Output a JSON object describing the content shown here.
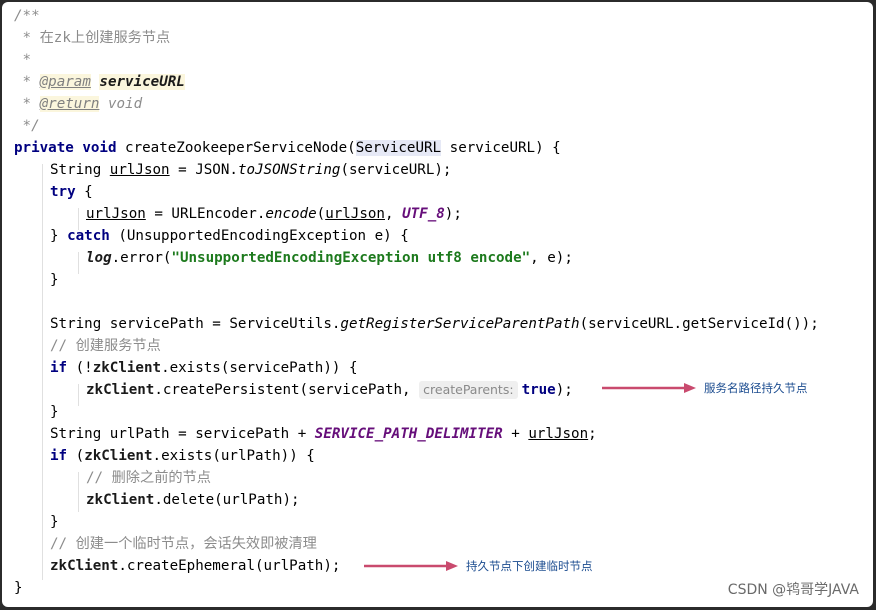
{
  "code": {
    "l1": "/**",
    "l2": " * 在zk上创建服务节点",
    "l3": " *",
    "l4_star": " * ",
    "l4_tag": "@param",
    "l4_val": "serviceURL",
    "l5_star": " * ",
    "l5_tag": "@return",
    "l5_val": " void",
    "l6": " */",
    "l7_kw1": "private",
    "l7_kw2": "void",
    "l7_name": " createZookeeperServiceNode(",
    "l7_type": "ServiceURL",
    "l7_rest": " serviceURL) {",
    "l8_a": "String ",
    "l8_var": "urlJson",
    "l8_b": " = JSON.",
    "l8_m": "toJSONString",
    "l8_c": "(serviceURL);",
    "l9_kw": "try",
    "l9_b": " {",
    "l10_var": "urlJson",
    "l10_b": " = URLEncoder.",
    "l10_m": "encode",
    "l10_c": "(",
    "l10_var2": "urlJson",
    "l10_d": ", ",
    "l10_const": "UTF_8",
    "l10_e": ");",
    "l11_a": "} ",
    "l11_kw": "catch",
    "l11_b": " (UnsupportedEncodingException e) {",
    "l12_log": "log",
    "l12_b": ".error(",
    "l12_str": "\"UnsupportedEncodingException utf8 encode\"",
    "l12_c": ", e);",
    "l13": "}",
    "l15_a": "String servicePath = ServiceUtils.",
    "l15_m": "getRegisterServiceParentPath",
    "l15_b": "(serviceURL.getServiceId());",
    "l16": "// 创建服务节点",
    "l17_kw": "if",
    "l17_b": " (!",
    "l17_f": "zkClient",
    "l17_c": ".exists(servicePath)) {",
    "l18_f": "zkClient",
    "l18_b": ".createPersistent(servicePath, ",
    "l18_hint": "createParents:",
    "l18_kw": "true",
    "l18_c": ");",
    "l19": "}",
    "l20_a": "String urlPath = servicePath + ",
    "l20_const": "SERVICE_PATH_DELIMITER",
    "l20_b": " + ",
    "l20_var": "urlJson",
    "l20_c": ";",
    "l21_kw": "if",
    "l21_b": " (",
    "l21_f": "zkClient",
    "l21_c": ".exists(urlPath)) {",
    "l22": "// 删除之前的节点",
    "l23_f": "zkClient",
    "l23_b": ".delete(urlPath);",
    "l24": "}",
    "l25": "// 创建一个临时节点，会话失效即被清理",
    "l26_f": "zkClient",
    "l26_b": ".createEphemeral(urlPath);",
    "l27": "}"
  },
  "annotations": {
    "a1": "服务名路径持久节点",
    "a2": "持久节点下创建临时节点",
    "arrow_color": "#c94a6e"
  },
  "watermark": "CSDN @鸨哥学JAVA"
}
